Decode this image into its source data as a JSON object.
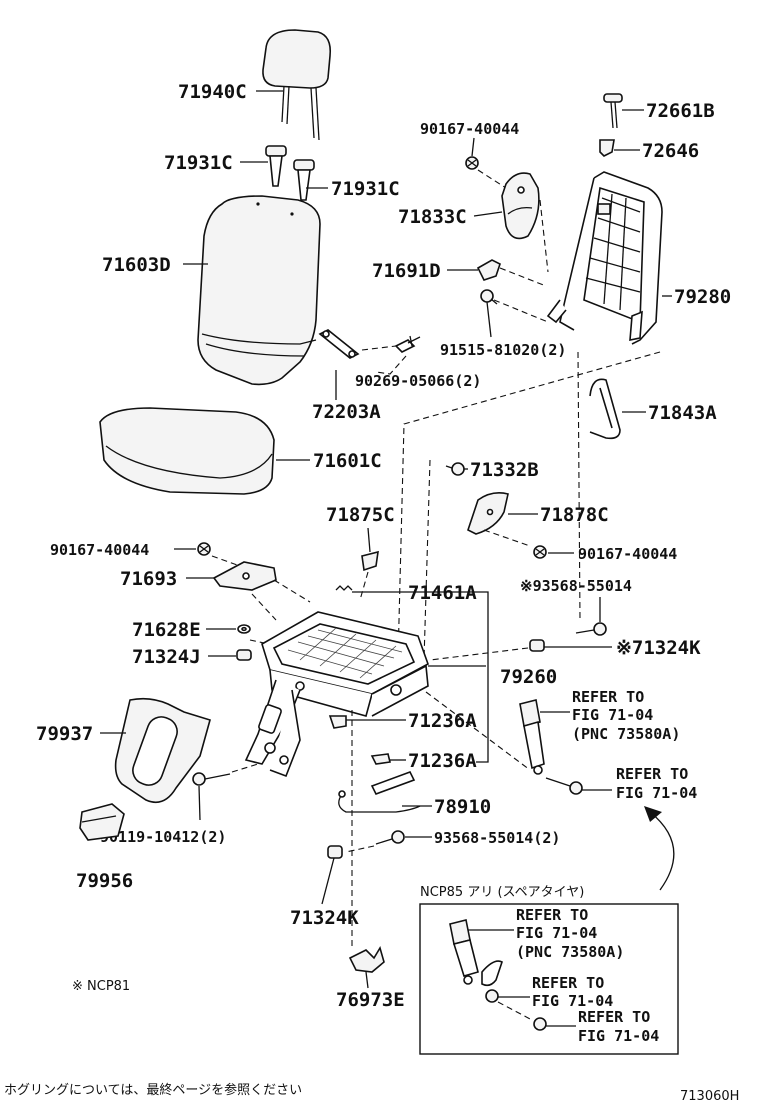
{
  "diagram": {
    "figure_code": "713060H",
    "footer_note": "ホグリングについては、最終ページを参照ください",
    "region_note": "※ NCP81",
    "inset_title": "NCP85 アリ (スペアタイヤ)",
    "labels": {
      "l71940C": "71940C",
      "l71931C_a": "71931C",
      "l71931C_b": "71931C",
      "l71603D": "71603D",
      "l72661B": "72661B",
      "l72646": "72646",
      "l90167_top": "90167-40044",
      "l71833C": "71833C",
      "l71691D": "71691D",
      "l79280": "79280",
      "l91515": "91515-81020(2)",
      "l90269": "90269-05066(2)",
      "l72203A": "72203A",
      "l71843A": "71843A",
      "l71601C": "71601C",
      "l71332B": "71332B",
      "l71878C": "71878C",
      "l71875C": "71875C",
      "l90167_left": "90167-40044",
      "l90167_right": "90167-40044",
      "l93568_a": "※93568-55014",
      "l71693": "71693",
      "l71461A": "71461A",
      "l71628E": "71628E",
      "l71324K_a": "※71324K",
      "l71324J": "71324J",
      "l79260": "79260",
      "l79937": "79937",
      "l71236A_a": "71236A",
      "l71236A_b": "71236A",
      "l90119": "90119-10412(2)",
      "l78910": "78910",
      "l93568_b": "93568-55014(2)",
      "l79956": "79956",
      "l71324K_b": "71324K",
      "l76973E": "76973E"
    },
    "refer": {
      "r1_l1": "REFER TO",
      "r1_l2": "FIG 71-04",
      "r1_l3": "(PNC 73580A)",
      "r2_l1": "REFER TO",
      "r2_l2": "FIG 71-04",
      "r3_l1": "REFER TO",
      "r3_l2": "FIG 71-04",
      "r3_l3": "(PNC 73580A)",
      "r4_l1": "REFER TO",
      "r4_l2": "FIG 71-04",
      "r5_l1": "REFER TO",
      "r5_l2": "FIG 71-04"
    }
  }
}
